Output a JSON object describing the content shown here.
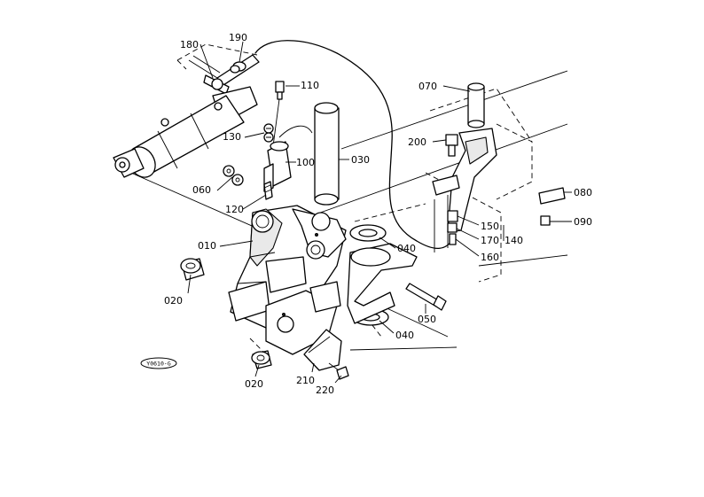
{
  "labels": {
    "p010": "010",
    "p020a": "020",
    "p020b": "020",
    "p030": "030",
    "p040a": "040",
    "p040b": "040",
    "p050": "050",
    "p060": "060",
    "p070": "070",
    "p080": "080",
    "p090": "090",
    "p100": "100",
    "p110": "110",
    "p120": "120",
    "p130": "130",
    "p140": "140",
    "p150": "150",
    "p160": "160",
    "p170": "170",
    "p180": "180",
    "p190": "190",
    "p200": "200",
    "p210": "210",
    "p220": "220"
  },
  "stamp": "Y0610-G"
}
